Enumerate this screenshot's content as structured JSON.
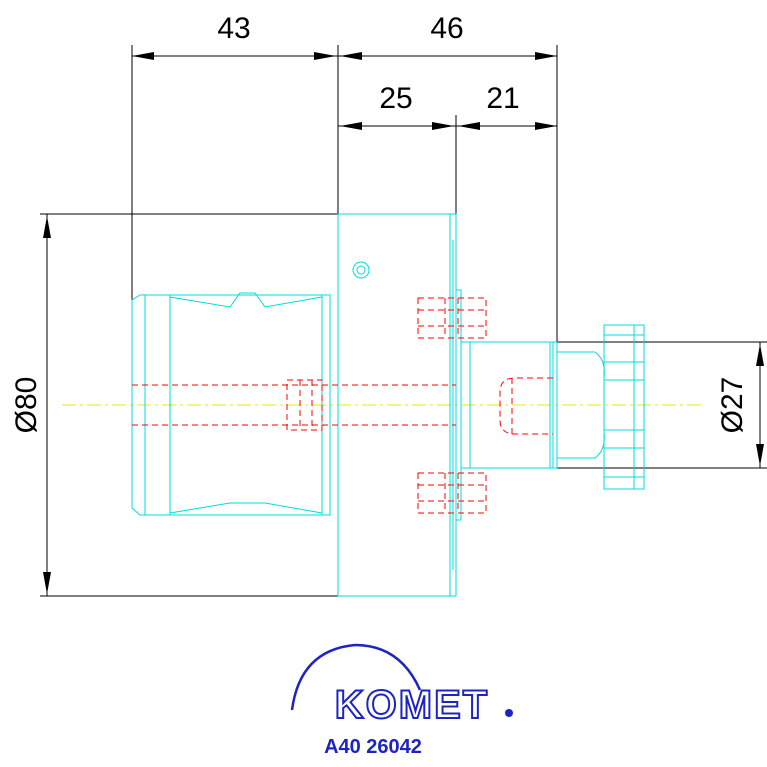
{
  "dimensions": {
    "top_left": "43",
    "top_right": "46",
    "mid_left": "25",
    "mid_right": "21",
    "diameter_left": "Ø80",
    "diameter_right": "Ø27"
  },
  "logo": {
    "brand": "KOMET"
  },
  "part_number": "A40 26042",
  "colors": {
    "body_outline": "#00dcdc",
    "hidden_lines": "#ff0000",
    "center_line": "#e8e800",
    "dimension_lines": "#000000",
    "brand_blue": "#1d24c4"
  }
}
